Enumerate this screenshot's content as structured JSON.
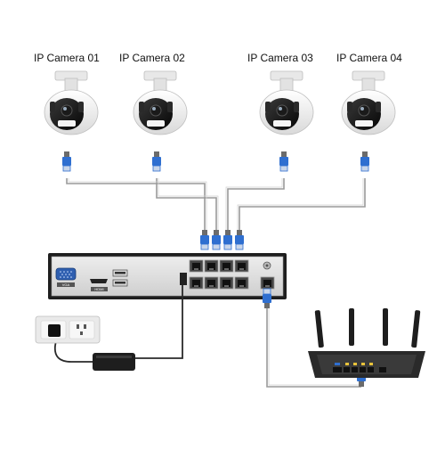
{
  "cameras": [
    {
      "label": "IP Camera 01"
    },
    {
      "label": "IP Camera 02"
    },
    {
      "label": "IP Camera 03"
    },
    {
      "label": "IP Camera 04"
    }
  ],
  "nvr": {
    "vga_label": "VGA",
    "hdmi_label": "HDMI"
  },
  "colors": {
    "cable": "#9a9a9a",
    "rj45_connector": "#2f6fd0",
    "nvr_body": "#1e1e1e",
    "nvr_panel": "#e4e4e4",
    "camera_body": "#f2f2f2",
    "router_led": "#2f6fd0"
  },
  "icons": [
    "ip-camera-icon",
    "nvr-recorder-icon",
    "power-adapter-icon",
    "wall-socket-icon",
    "wifi-router-icon",
    "rj45-connector-icon"
  ]
}
